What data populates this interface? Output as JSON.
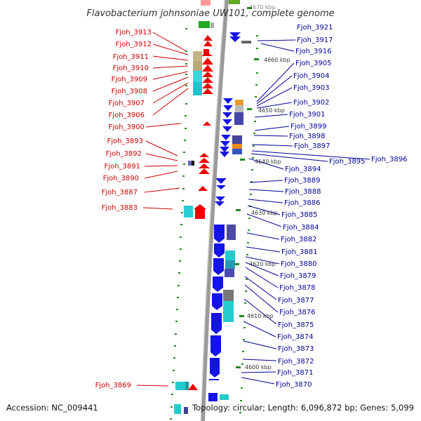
{
  "title": "Flavobacterium johnsoniae UW101, complete genome",
  "footer": {
    "accession": "Accession: NC_009441",
    "summary": "Topology: circular; Length: 6,096,872 bp; Genes: 5,099"
  },
  "colors": {
    "forward": "#ee0000",
    "reverse": "#1414e6",
    "left_label": "#cc0000",
    "right_label": "#000099",
    "backbone": "#9a9a9a",
    "tick": "#228b22"
  },
  "kbp_ticks": [
    "4670 kbp",
    "4660 kbp",
    "4650 kbp",
    "4640 kbp",
    "4630 kbp",
    "4620 kbp",
    "4610 kbp",
    "4600 kbp"
  ],
  "left_labels": [
    "Fjoh_3913",
    "Fjoh_3912",
    "Fjoh_3911",
    "Fjoh_3910",
    "Fjoh_3909",
    "Fjoh_3908",
    "Fjoh_3907",
    "Fjoh_3906",
    "Fjoh_3900",
    "Fjoh_3893",
    "Fjoh_3892",
    "Fjoh_3891",
    "Fjoh_3890",
    "Fjoh_3887",
    "Fjoh_3883",
    "Fjoh_3869"
  ],
  "right_labels": [
    "Fjoh_3921",
    "Fjoh_3917",
    "Fjoh_3916",
    "Fjoh_3905",
    "Fjoh_3904",
    "Fjoh_3903",
    "Fjoh_3902",
    "Fjoh_3901",
    "Fjoh_3899",
    "Fjoh_3898",
    "Fjoh_3897",
    "Fjoh_3896",
    "Fjoh_3895",
    "Fjoh_3894",
    "Fjoh_3889",
    "Fjoh_3888",
    "Fjoh_3886",
    "Fjoh_3885",
    "Fjoh_3884",
    "Fjoh_3882",
    "Fjoh_3881",
    "Fjoh_3880",
    "Fjoh_3879",
    "Fjoh_3878",
    "Fjoh_3877",
    "Fjoh_3876",
    "Fjoh_3875",
    "Fjoh_3874",
    "Fjoh_3873",
    "Fjoh_3872",
    "Fjoh_3871",
    "Fjoh_3870"
  ]
}
